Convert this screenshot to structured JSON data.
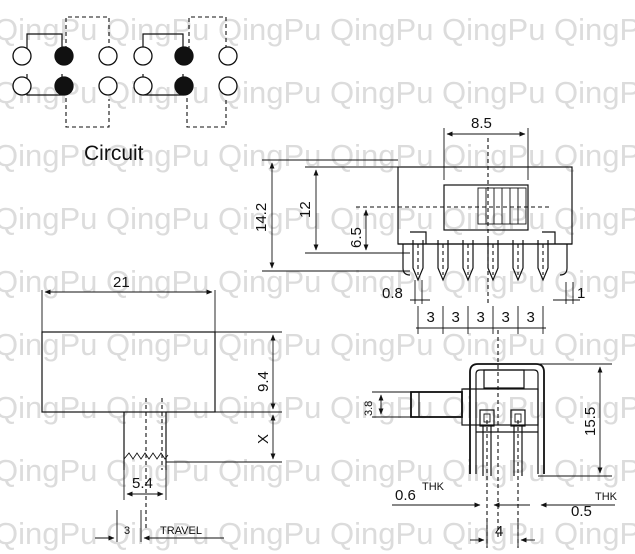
{
  "watermark": "QingPu",
  "circuit": {
    "caption": "Circuit",
    "filled_color": "#111111",
    "open_color": "#ffffff"
  },
  "front_view": {
    "width_label": "8.5",
    "height_total_label": "14.2",
    "height_body_label": "12",
    "height_actuator_label": "6.5",
    "pin_edge_left_label": "0.8",
    "pin_edge_right_label": "1",
    "pitch_labels": [
      "3",
      "3",
      "3",
      "3",
      "3"
    ]
  },
  "body_view": {
    "width_label": "21",
    "height_label": "9.4",
    "actuator_label": "X",
    "actuator_width_label": "5.4",
    "travel_value_label": "3",
    "travel_label": "TRAVEL"
  },
  "side_view": {
    "actuator_dia_label": "3.8",
    "height_label": "15.5",
    "pin_thickness_label": "0.6",
    "pin_thickness_unit": "THK",
    "frame_thickness_label": "0.5",
    "frame_thickness_unit": "THK",
    "pin_spacing_label": "4"
  }
}
